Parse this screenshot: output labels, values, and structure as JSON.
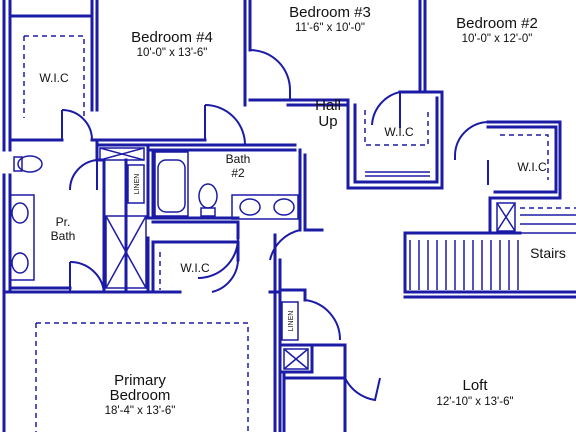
{
  "colors": {
    "wall": "#1b1ba6",
    "text": "#111111",
    "background": "#ffffff"
  },
  "rooms": {
    "bedroom4": {
      "name": "Bedroom #4",
      "dim": "10'-0\" x 13'-6\""
    },
    "bedroom3": {
      "name": "Bedroom #3",
      "dim": "11'-6\" x 10'-0\""
    },
    "bedroom2": {
      "name": "Bedroom #2",
      "dim": "10'-0\" x 12'-0\""
    },
    "hall": {
      "line1": "Hall",
      "line2": "Up"
    },
    "bath2": {
      "line1": "Bath",
      "line2": "#2"
    },
    "pr_bath": {
      "line1": "Pr.",
      "line2": "Bath"
    },
    "primary": {
      "line1": "Primary",
      "line2": "Bedroom",
      "dim": "18'-4\" x 13'-6\""
    },
    "loft": {
      "name": "Loft",
      "dim": "12'-10\" x 13'-6\""
    },
    "stairs": {
      "name": "Stairs"
    }
  },
  "closets": {
    "wic_left": "W.I.C",
    "wic_bed3": "W.I.C",
    "wic_bed2": "W.I.C",
    "wic_center": "W.I.C",
    "linen_upper": "LINEN",
    "linen_lower": "LINEN"
  }
}
